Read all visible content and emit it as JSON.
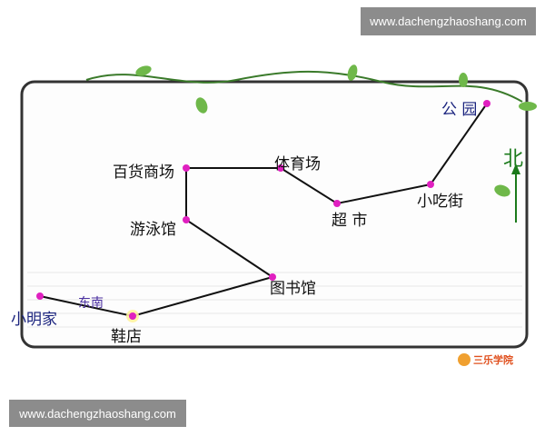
{
  "watermarks": {
    "top": "www.dachengzhaoshang.com",
    "bottom": "www.dachengzhaoshang.com"
  },
  "places": {
    "park": "公 园",
    "department_store": "百货商场",
    "stadium": "体育场",
    "supermarket": "超 市",
    "snack_street": "小吃街",
    "swimming_pool": "游泳馆",
    "library": "图书馆",
    "home": "小明家",
    "shoe_store": "鞋店"
  },
  "direction_label": "东南",
  "north_label": "北",
  "logo_text": "三乐学院",
  "colors": {
    "node": "#e020c0",
    "route": "#111111",
    "frame": "#333333",
    "vine": "#3a7a2a",
    "leaf": "#6fb84a"
  }
}
